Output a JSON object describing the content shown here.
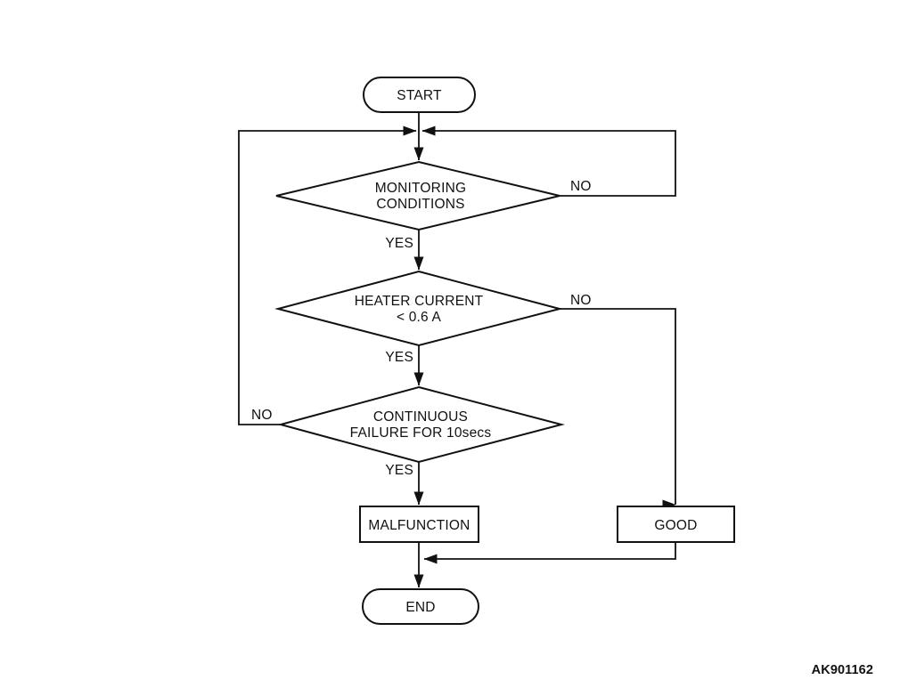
{
  "diagram": {
    "type": "flowchart",
    "nodes": {
      "start": {
        "label": "START",
        "shape": "terminator"
      },
      "monitoring": {
        "line1": "MONITORING",
        "line2": "CONDITIONS",
        "shape": "decision"
      },
      "heater": {
        "line1": "HEATER CURRENT",
        "line2": "< 0.6 A",
        "shape": "decision"
      },
      "continuous": {
        "line1": "CONTINUOUS",
        "line2": "FAILURE FOR 10secs",
        "shape": "decision"
      },
      "malfunction": {
        "label": "MALFUNCTION",
        "shape": "process"
      },
      "good": {
        "label": "GOOD",
        "shape": "process"
      },
      "end": {
        "label": "END",
        "shape": "terminator"
      }
    },
    "edge_labels": {
      "monitoring_yes": "YES",
      "monitoring_no": "NO",
      "heater_yes": "YES",
      "heater_no": "NO",
      "continuous_yes": "YES",
      "continuous_no": "NO"
    },
    "figure_code": "AK901162",
    "colors": {
      "line": "#111111",
      "text": "#111111",
      "background": "#ffffff"
    }
  }
}
